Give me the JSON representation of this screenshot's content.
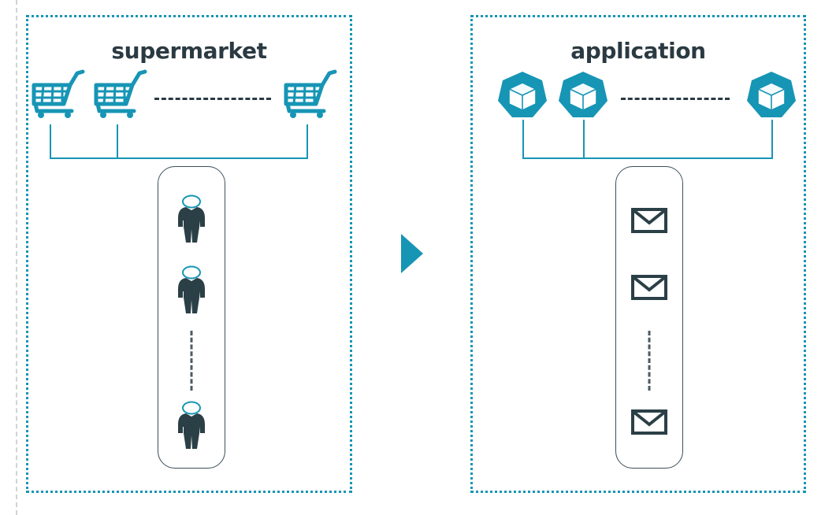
{
  "diagram": {
    "title_left": "supermarket",
    "title_right": "application",
    "accent_color": "#1795b5",
    "dark_color": "#2b3a42",
    "queue_border_color": "#3c4f59",
    "guide_color": "#cfd3d6",
    "background": "#ffffff"
  },
  "panels": [
    {
      "id": "supermarket",
      "title": "supermarket",
      "producer_icon": "shopping-cart-icon",
      "producer_count_shown": 3,
      "producers": [
        {
          "label": "shopping-cart-1"
        },
        {
          "label": "shopping-cart-2"
        },
        {
          "label": "shopping-cart-n"
        }
      ],
      "row_ellipsis": "dashed-horizontal-continuation",
      "queue": {
        "label": "checkout-queue",
        "item_icon": "person-icon",
        "items_shown": 3,
        "items": [
          {
            "label": "customer-1"
          },
          {
            "label": "customer-2"
          },
          {
            "label": "customer-n"
          }
        ],
        "ellipsis": "dashed-vertical-continuation"
      }
    },
    {
      "id": "application",
      "title": "application",
      "producer_icon": "kubernetes-pod-icon",
      "producer_count_shown": 3,
      "producers": [
        {
          "label": "pod-1"
        },
        {
          "label": "pod-2"
        },
        {
          "label": "pod-n"
        }
      ],
      "row_ellipsis": "dashed-horizontal-continuation",
      "queue": {
        "label": "message-queue",
        "item_icon": "envelope-icon",
        "items_shown": 3,
        "items": [
          {
            "label": "message-1"
          },
          {
            "label": "message-2"
          },
          {
            "label": "message-n"
          }
        ],
        "ellipsis": "dashed-vertical-continuation"
      }
    }
  ],
  "center": {
    "arrow_icon": "play-triangle-right-icon",
    "arrow_color": "#1795b5",
    "meaning": "maps-to"
  }
}
